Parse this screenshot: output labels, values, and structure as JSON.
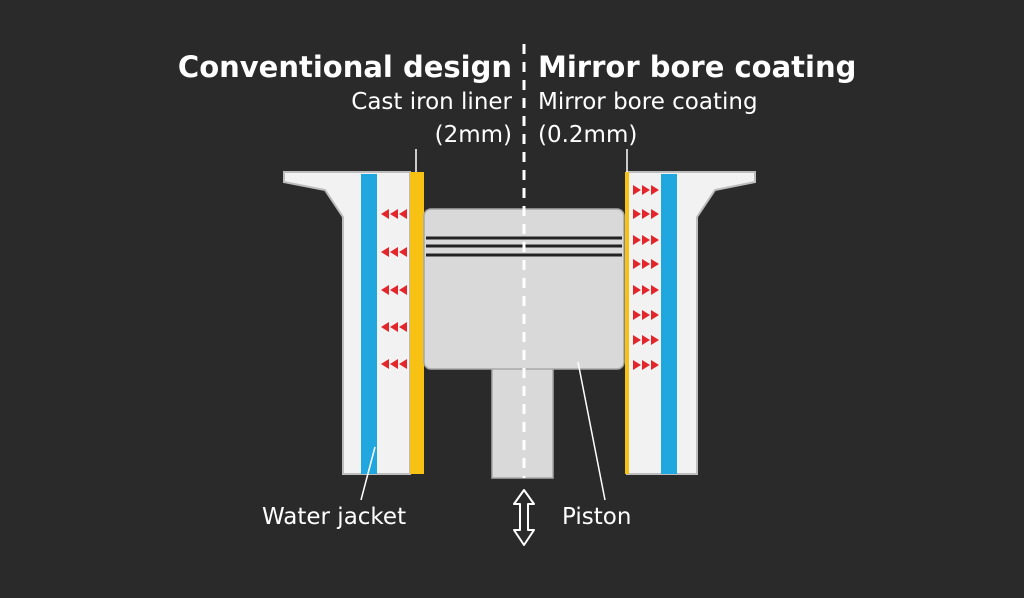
{
  "headings": {
    "left": "Conventional design",
    "right": "Mirror bore coating"
  },
  "labels": {
    "left_layer_line1": "Cast iron liner",
    "left_layer_line2": "(2mm)",
    "right_layer_line1": "Mirror bore coating",
    "right_layer_line2": "(0.2mm)",
    "water_jacket": "Water jacket",
    "piston": "Piston"
  },
  "colors": {
    "background": "#2a2a2a",
    "wall": "#f2f2f2",
    "water_jacket": "#21a7e0",
    "liner": "#f7c214",
    "coating": "#f7c214",
    "heat_arrows": "#e3262b",
    "piston": "#d9d9d9",
    "text": "#ffffff"
  },
  "icons": {
    "heat_flow": "triple-arrow-left / triple-arrow-right",
    "motion": "double-headed-vertical-arrow-icon"
  }
}
